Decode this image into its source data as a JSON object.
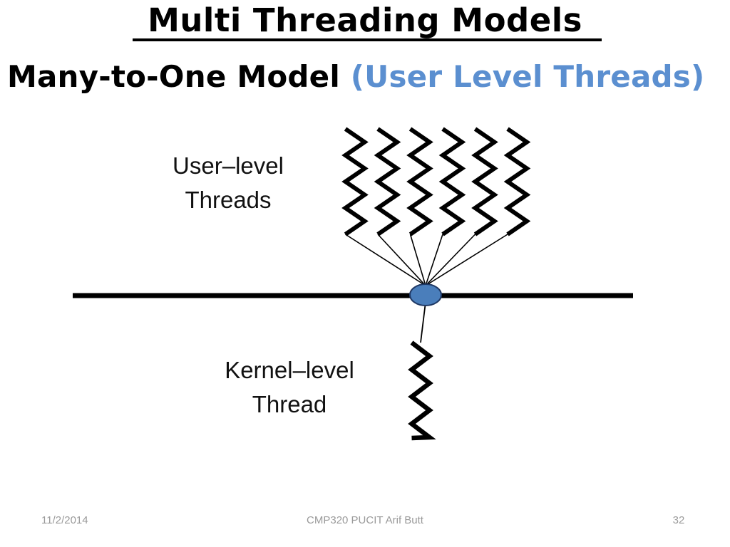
{
  "slide": {
    "title": "Multi Threading Models",
    "subtitle_main": "Many-to-One Model ",
    "subtitle_accent": "(User Level Threads)",
    "accent_color": "#5b8fd0"
  },
  "diagram": {
    "user_label_line1": "User–level",
    "user_label_line2": "Threads",
    "kernel_label_line1": "Kernel–level",
    "kernel_label_line2": "Thread",
    "user_thread_count": 6,
    "kernel_thread_count": 1,
    "node_fill": "#4a7ebb",
    "node_stroke": "#1f3864",
    "boundary_line_color": "#000000",
    "thread_color": "#000000"
  },
  "footer": {
    "date": "11/2/2014",
    "center": "CMP320   PUCIT   Arif Butt",
    "page_number": "32"
  }
}
